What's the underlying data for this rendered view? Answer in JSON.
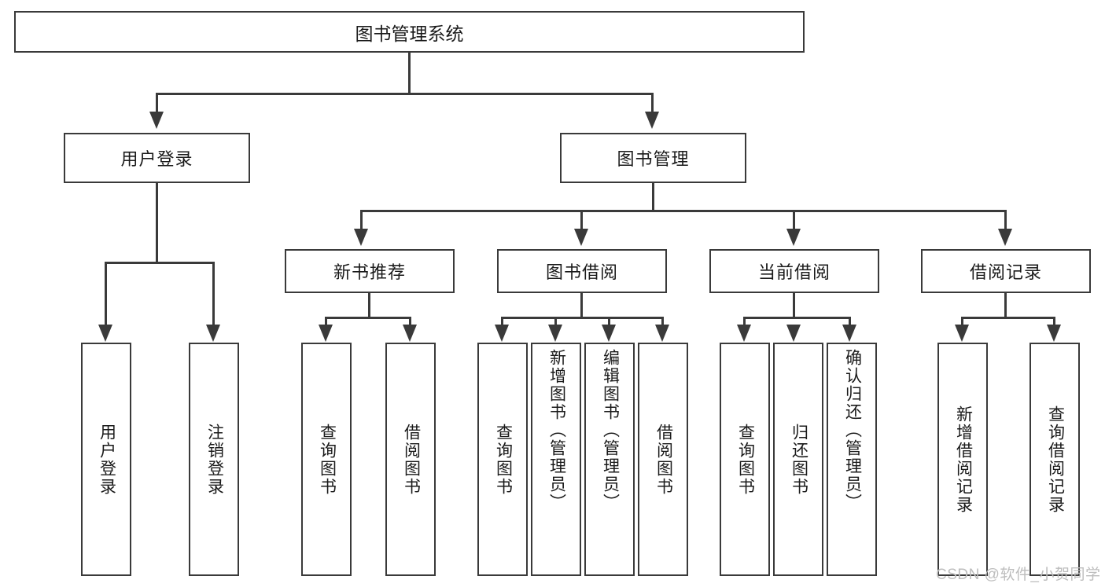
{
  "diagram": {
    "title": "图书管理系统",
    "root": {
      "label": "图书管理系统"
    },
    "level2": [
      {
        "label": "用户登录"
      },
      {
        "label": "图书管理"
      }
    ],
    "level3": [
      {
        "label": "新书推荐"
      },
      {
        "label": "图书借阅"
      },
      {
        "label": "当前借阅"
      },
      {
        "label": "借阅记录"
      }
    ],
    "leaves": {
      "user_login": [
        {
          "label": "用户登录"
        },
        {
          "label": "注销登录"
        }
      ],
      "new_book": [
        {
          "label": "查询图书"
        },
        {
          "label": "借阅图书"
        }
      ],
      "book_borrow": [
        {
          "label": "查询图书"
        },
        {
          "label": "新增图书（管理员）"
        },
        {
          "label": "编辑图书（管理员）"
        },
        {
          "label": "借阅图书"
        }
      ],
      "current_borrow": [
        {
          "label": "查询图书"
        },
        {
          "label": "归还图书"
        },
        {
          "label": "确认归还（管理员）"
        }
      ],
      "borrow_record": [
        {
          "label": "新增借阅记录"
        },
        {
          "label": "查询借阅记录"
        }
      ]
    },
    "watermark": "CSDN @软件_小贺同学",
    "colors": {
      "stroke": "#3a3a3a",
      "text": "#1a1a1a",
      "background": "#ffffff",
      "watermark": "#bdbdbd"
    }
  }
}
